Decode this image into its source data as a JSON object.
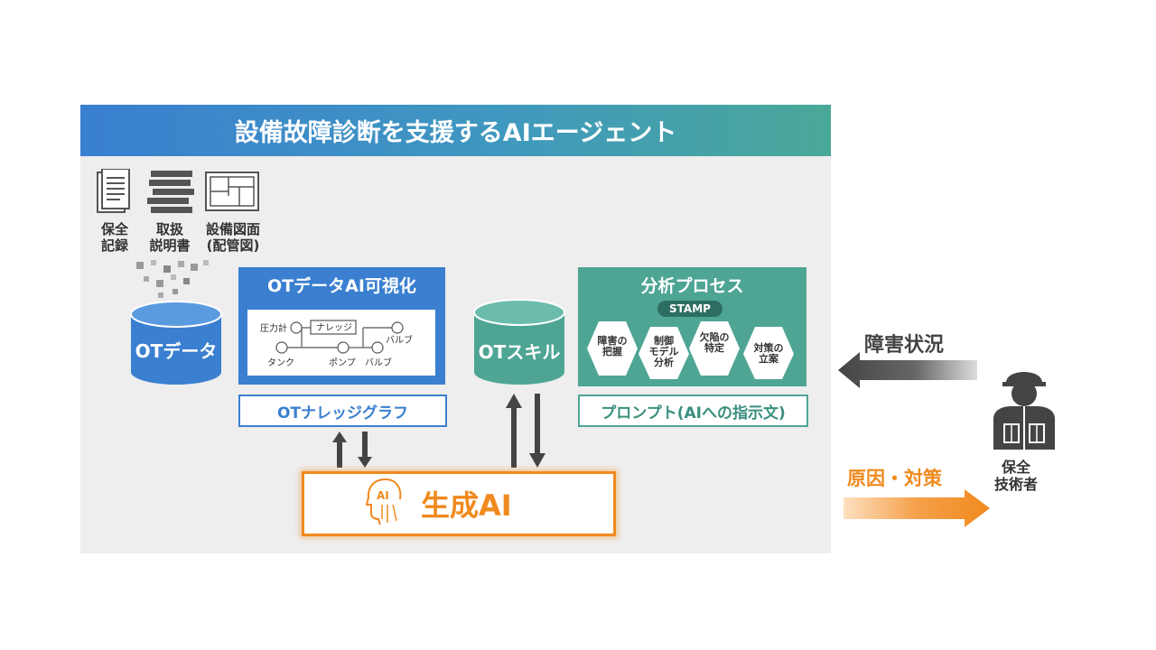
{
  "title": "設備故障診断を支援するAIエージェント",
  "docs": {
    "maintenance": "保全\n記録",
    "manual": "取扱\n説明書",
    "drawing": "設備図面\n(配管図)"
  },
  "ot_data": "OTデータ",
  "viz": {
    "title": "OTデータAI可視化",
    "nodes": {
      "pressure": "圧力計",
      "knowledge": "ナレッジ",
      "valve1": "バルブ",
      "tank": "タンク",
      "pump": "ポンプ",
      "valve2": "バルブ"
    }
  },
  "knowledge_graph": "OTナレッジグラフ",
  "ot_skill": "OTスキル",
  "process": {
    "title": "分析プロセス",
    "badge": "STAMP",
    "steps": [
      "障害の\n把握",
      "制御\nモデル\n分析",
      "欠陥の\n特定",
      "対策の\n立案"
    ]
  },
  "prompt": "プロンプト(AIへの指示文)",
  "genai": {
    "icon_text": "AI",
    "label": "生成AI"
  },
  "failure_status": "障害状況",
  "cause_measure": "原因・対策",
  "technician": "保全\n技術者",
  "colors": {
    "blue": "#3a7fd0",
    "teal": "#4ea594",
    "orange": "#f08a1e",
    "dark": "#444444"
  }
}
